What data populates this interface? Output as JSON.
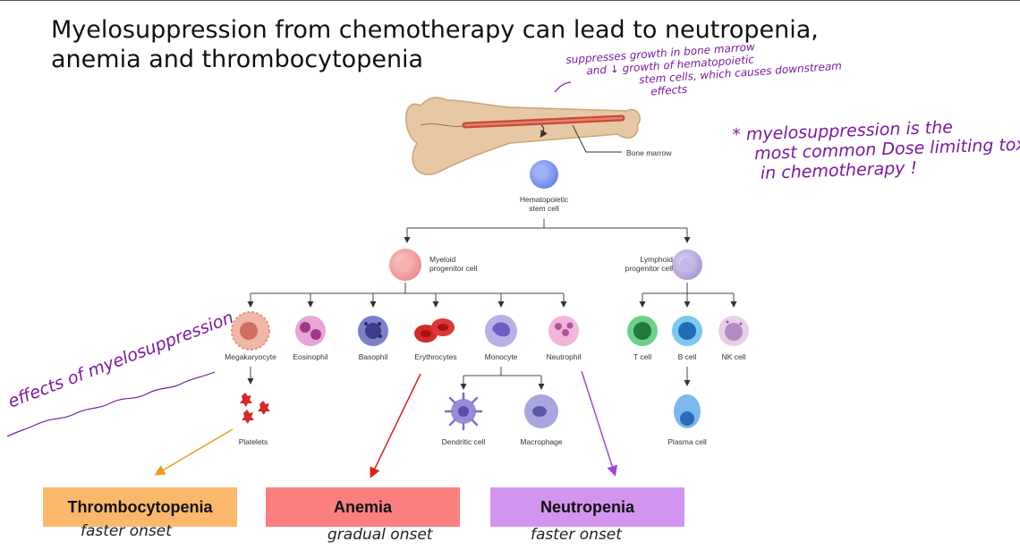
{
  "title": {
    "line1": "Myelosuppression from chemotherapy can lead to neutropenia,",
    "line2": "anemia and thrombocytopenia"
  },
  "annotations": {
    "bone_marrow_note": [
      "suppresses growth in bone marrow",
      "and ↓ growth of hematopoietic",
      "stem cells, which causes downstream",
      "effects"
    ],
    "dose_limiting_note": [
      "* myelosuppression is the",
      "most common Dose limiting tox",
      "in chemotherapy !"
    ],
    "effects_note": "effects of myelosuppression"
  },
  "diagram": {
    "bone_marrow": "Bone marrow",
    "hsc": [
      "Hematopoietic",
      "stem cell"
    ],
    "myeloid": [
      "Myeloid",
      "progenitor cell"
    ],
    "lymphoid": [
      "Lymphoid",
      "progenitor cell"
    ],
    "myeloid_cells": [
      "Megakaryocyte",
      "Eosinophil",
      "Basophil",
      "Erythrocytes",
      "Monocyte",
      "Neutrophil"
    ],
    "lymphoid_cells": [
      "T cell",
      "B cell",
      "NK cell"
    ],
    "platelets": "Platelets",
    "dendritic": "Dendritic cell",
    "macrophage": "Macrophage",
    "plasma": "Plasma cell"
  },
  "outcomes": [
    {
      "label": "Thrombocytopenia",
      "onset": "faster onset",
      "color": "#fbb86a"
    },
    {
      "label": "Anemia",
      "onset": "gradual onset",
      "color": "#fb7f7f"
    },
    {
      "label": "Neutropenia",
      "onset": "faster onset",
      "color": "#d394f0"
    }
  ],
  "arrow_colors": {
    "thrombocytopenia": "#f39a1f",
    "anemia": "#e01e1e",
    "neutropenia": "#9b4ad6"
  }
}
